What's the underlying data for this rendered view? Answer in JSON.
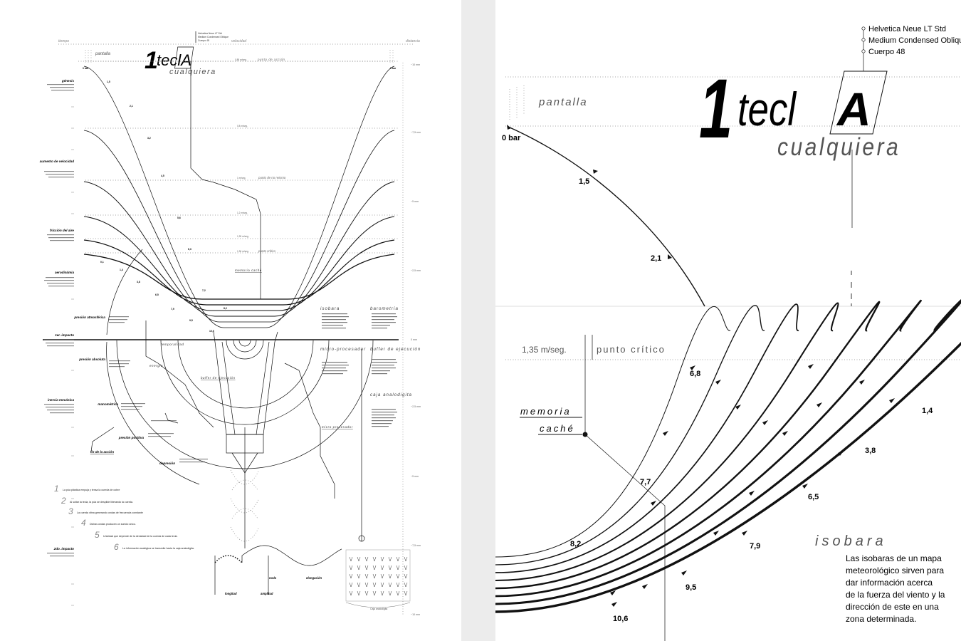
{
  "poster": {
    "title_number": "1",
    "title_word": "teclA",
    "subtitle": "cualquiera",
    "col_left": "tiempo",
    "col_mid": "velocidad",
    "col_right": "distancia",
    "pantalla": "pantalla",
    "font_note": [
      "Helvetica Neue LT Std",
      "Medium Condensed Oblique",
      "Cuerpo 48"
    ],
    "speed_lines": [
      "0,88 m/seg.",
      "punto de acción",
      "0,8 m/seg.",
      "1 m/seg.",
      "punto de no retorno",
      "1,2 m/seg.",
      "1,35 m/seg.",
      "1,36 m/seg.",
      "punto crítico"
    ],
    "dist_ticks": [
      "~10 mm",
      "~7,5 mm",
      "~5 mm",
      "~2,5 mm",
      "0 mm",
      "~2,5 mm",
      "~5 mm",
      "~7,5 mm",
      "~10 mm"
    ],
    "left_labels": [
      "génesis",
      "aumento de velocidad",
      "fricción del aire",
      "aerodinámia",
      "presión atmosférica",
      "1er. impacto",
      "presión absoluta",
      "inercia mecánica",
      "manométrica",
      "presión positiva",
      "depresión",
      "fin de la acción",
      "2do. impacto"
    ],
    "right_labels": [
      "isobara",
      "barometría",
      "micro-procesador",
      "buffer de ejecución",
      "caja analodigita",
      "buffer de ejecución",
      "memoria caché",
      "micro-procesador"
    ],
    "misc_labels": [
      "temporalidad",
      "energía",
      "nodo",
      "amplitud",
      "elongación",
      "longitud",
      "Caja analodigita"
    ],
    "steps": [
      {
        "n": "1",
        "text": "La púa plástica empuja y tensa la cuerda de cobre"
      },
      {
        "n": "2",
        "text": "Al soltar la tecla, la púa se desplide liberando la cuerda."
      },
      {
        "n": "3",
        "text": "La cuerda vibra generando ondas de frecuencia constante"
      },
      {
        "n": "4",
        "text": "Dichas ondas producen un sonido único."
      },
      {
        "n": "5",
        "text": "Unicidad que depende de la densidad de la cuerda de cada tecla."
      },
      {
        "n": "6",
        "text": "La información analógica se transmite hacia la caja analodigita."
      }
    ],
    "pressure_labels": [
      "0 bar",
      "1,5",
      "2,1",
      "3,2",
      "4,5",
      "5,6",
      "6,3",
      "7,2",
      "8,2",
      "10,6",
      "0 bar",
      "0,1",
      "1,4",
      "3,8",
      "6,5",
      "7,9",
      "9,5"
    ]
  },
  "zoom_top": {
    "font_note": [
      "Helvetica Neue LT Std",
      "Medium Condensed Oblique",
      "Cuerpo 48"
    ],
    "title_number": "1",
    "title_word": "tecl",
    "title_letter": "A",
    "subtitle": "cualquiera",
    "pantalla": "pantalla",
    "zero_bar": "0 bar",
    "labels": [
      "1,5",
      "2,1"
    ]
  },
  "zoom_bottom": {
    "speed": "1,35 m/seg.",
    "punto": "punto crítico",
    "memoria": "memoria",
    "cache": "caché",
    "left_labels": [
      "6,8",
      "7,7",
      "8,2"
    ],
    "right_labels": [
      "1,4",
      "3,8",
      "6,5",
      "7,9",
      "9,5",
      "10,6"
    ],
    "isobara_title": "isobara",
    "isobara_text": [
      "Las isobaras de un mapa",
      "meteorológico sirven para",
      "dar información acerca",
      "de la fuerza del viento y la",
      "dirección de este en una",
      "zona determinada."
    ]
  }
}
